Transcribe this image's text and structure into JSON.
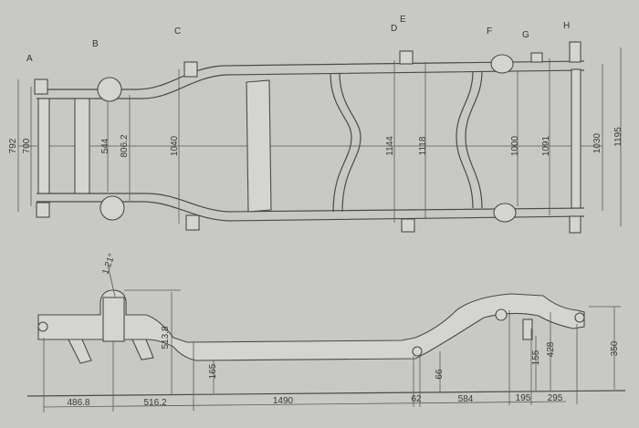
{
  "top_view": {
    "callouts": [
      "A",
      "B",
      "C",
      "D",
      "E",
      "F",
      "G",
      "H"
    ],
    "dimensions": [
      "792",
      "700",
      "544",
      "806.2",
      "1040",
      "1144",
      "1118",
      "1000",
      "1091",
      "1030",
      "1195"
    ]
  },
  "side_view": {
    "angle": "1.21°",
    "vertical_dimensions": [
      "513.8",
      "165",
      "66",
      "155",
      "428",
      "350"
    ],
    "horizontal_dimensions": [
      "486.8",
      "516.2",
      "1490",
      "62",
      "584",
      "195",
      "295"
    ]
  }
}
